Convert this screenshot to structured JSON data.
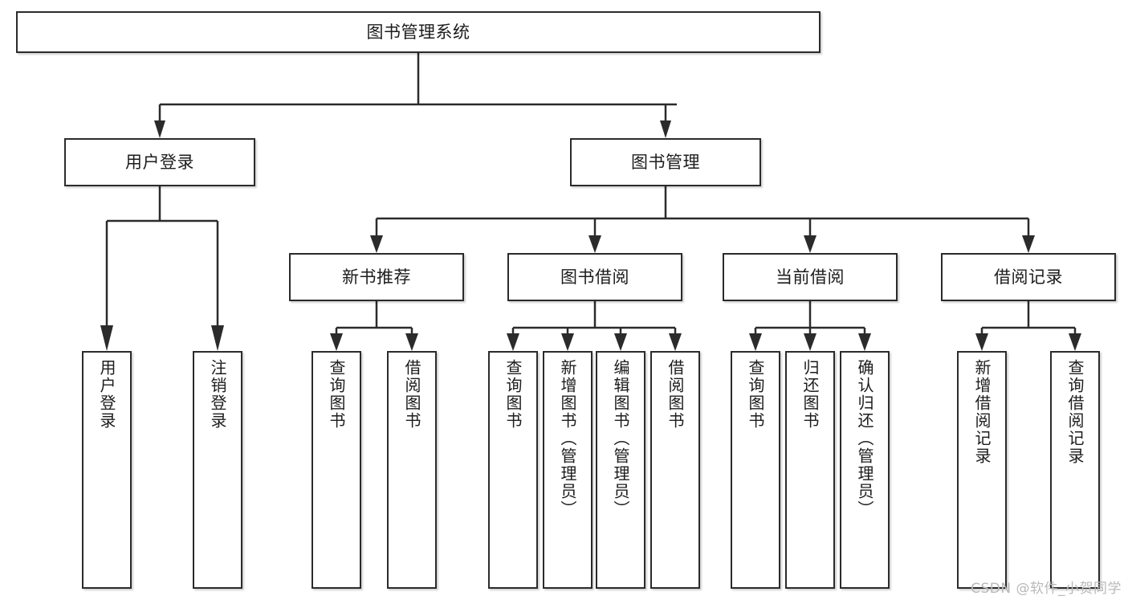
{
  "diagram": {
    "type": "tree",
    "title": "图书管理系统",
    "orientation": "top-down",
    "colors": {
      "box_border": "#2b2b2b",
      "box_fill": "#ffffff",
      "connector": "#2b2b2b",
      "text": "#1c1c1c",
      "watermark": "#b9b9b9",
      "background": "#ffffff"
    }
  },
  "root": {
    "label": "图书管理系统"
  },
  "level2": [
    {
      "label": "用户登录"
    },
    {
      "label": "图书管理"
    }
  ],
  "level3": [
    {
      "label": "新书推荐"
    },
    {
      "label": "图书借阅"
    },
    {
      "label": "当前借阅"
    },
    {
      "label": "借阅记录"
    }
  ],
  "leaves": {
    "user_login": [
      {
        "label": "用户登录"
      },
      {
        "label": "注销登录"
      }
    ],
    "new_book_recommend": [
      {
        "label": "查询图书"
      },
      {
        "label": "借阅图书"
      }
    ],
    "book_borrow": [
      {
        "label": "查询图书"
      },
      {
        "label": "新增图书（管理员）"
      },
      {
        "label": "编辑图书（管理员）"
      },
      {
        "label": "借阅图书"
      }
    ],
    "current_borrow": [
      {
        "label": "查询图书"
      },
      {
        "label": "归还图书"
      },
      {
        "label": "确认归还（管理员）"
      }
    ],
    "borrow_record": [
      {
        "label": "新增借阅记录"
      },
      {
        "label": "查询借阅记录"
      }
    ]
  },
  "watermark": {
    "text": "CSDN @软件_小贺同学"
  }
}
